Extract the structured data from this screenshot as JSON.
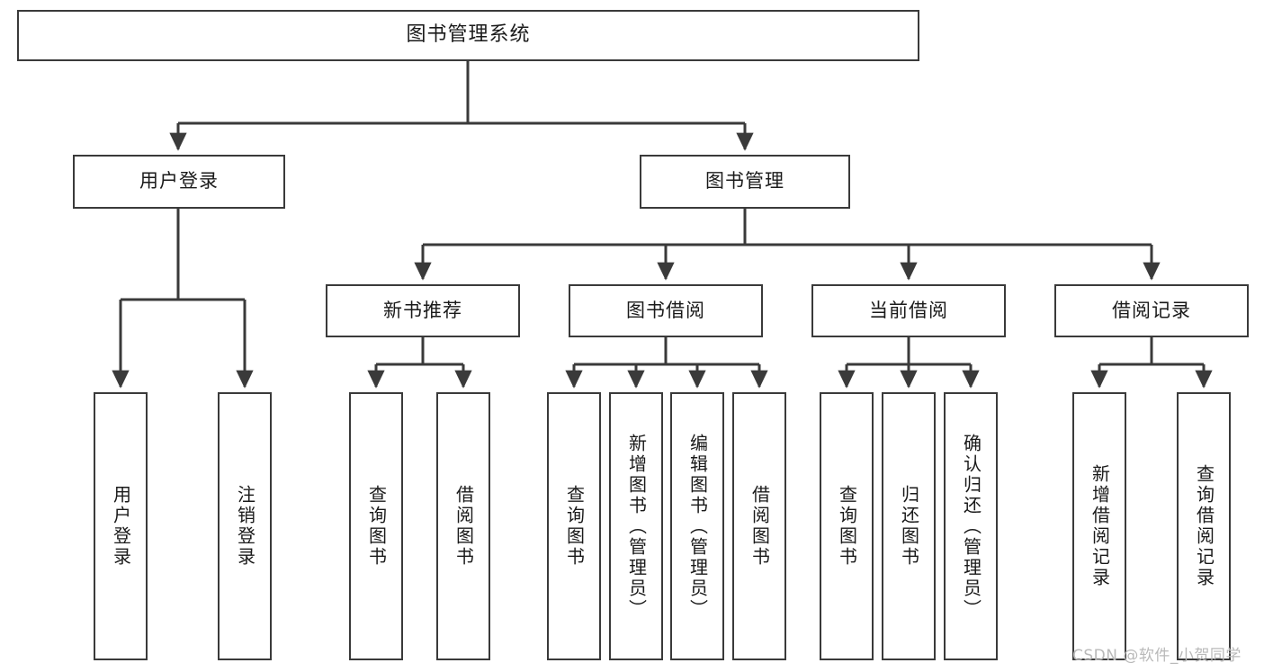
{
  "diagram": {
    "title": "图书管理系统",
    "type": "hierarchy-tree",
    "watermark": "CSDN @软件_小贺同学",
    "stroke_color": "#3a3a3a",
    "fill_color": "#ffffff",
    "text_color": "#1a1a1a",
    "watermark_color": "#b9b9b9"
  },
  "nodes": {
    "root": {
      "label": "图书管理系统",
      "level": 0,
      "orientation": "horizontal"
    },
    "level1": [
      {
        "id": "user-login",
        "label": "用户登录",
        "orientation": "horizontal"
      },
      {
        "id": "book-manage",
        "label": "图书管理",
        "orientation": "horizontal"
      }
    ],
    "level2": [
      {
        "id": "new-book-recommend",
        "label": "新书推荐",
        "orientation": "horizontal"
      },
      {
        "id": "book-borrow",
        "label": "图书借阅",
        "orientation": "horizontal"
      },
      {
        "id": "current-borrow",
        "label": "当前借阅",
        "orientation": "horizontal"
      },
      {
        "id": "borrow-record",
        "label": "借阅记录",
        "orientation": "horizontal"
      }
    ],
    "leaves": {
      "user-login": [
        {
          "id": "leaf-user-login",
          "label": "用户登录",
          "orientation": "vertical"
        },
        {
          "id": "leaf-logout",
          "label": "注销登录",
          "orientation": "vertical"
        }
      ],
      "new-book-recommend": [
        {
          "id": "leaf-query-book-1",
          "label": "查询图书",
          "orientation": "vertical"
        },
        {
          "id": "leaf-borrow-book-1",
          "label": "借阅图书",
          "orientation": "vertical"
        }
      ],
      "book-borrow": [
        {
          "id": "leaf-query-book-2",
          "label": "查询图书",
          "orientation": "vertical"
        },
        {
          "id": "leaf-add-book",
          "label": "新增图书（管理员）",
          "orientation": "vertical"
        },
        {
          "id": "leaf-edit-book",
          "label": "编辑图书（管理员）",
          "orientation": "vertical"
        },
        {
          "id": "leaf-borrow-book-2",
          "label": "借阅图书",
          "orientation": "vertical"
        }
      ],
      "current-borrow": [
        {
          "id": "leaf-query-book-3",
          "label": "查询图书",
          "orientation": "vertical"
        },
        {
          "id": "leaf-return-book",
          "label": "归还图书",
          "orientation": "vertical"
        },
        {
          "id": "leaf-confirm-return",
          "label": "确认归还（管理员）",
          "orientation": "vertical"
        }
      ],
      "borrow-record": [
        {
          "id": "leaf-add-record",
          "label": "新增借阅记录",
          "orientation": "vertical"
        },
        {
          "id": "leaf-query-record",
          "label": "查询借阅记录",
          "orientation": "vertical"
        }
      ]
    }
  }
}
